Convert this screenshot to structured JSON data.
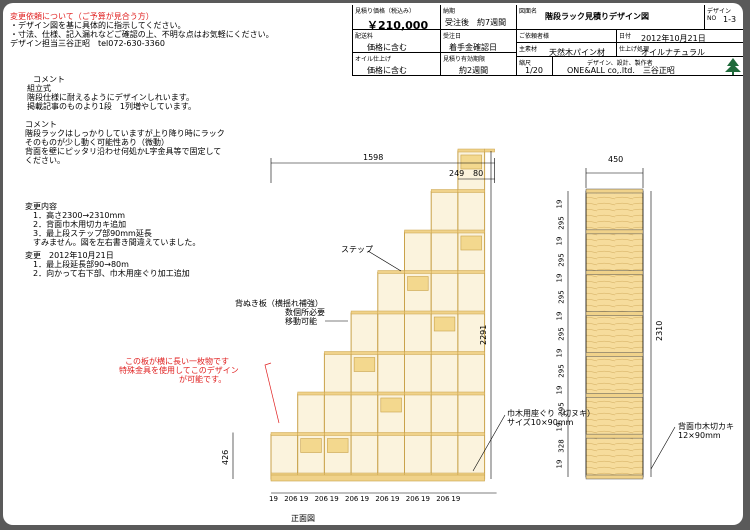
{
  "notice": {
    "title": "変更依頼について（ご予算が見合う方）",
    "line1": "・デザイン図を基に具体的に指示してください。",
    "line2": "・寸法、仕様、記入漏れなどご確認の上、不明な点はお気軽にください。",
    "line3": "デザイン担当三谷正昭　tel072-630-3360"
  },
  "titleblock": {
    "price_label": "見積り価格（税込み）",
    "price": "￥210,000",
    "delivery_label": "納期",
    "delivery": "受注後　約7週間",
    "drawing_label": "図面名",
    "drawing_name": "階段ラック見積りデザイン図",
    "design_no_label": "デザイン",
    "design_no_no": "NO",
    "design_no": "1-3",
    "shipping_label": "配送料",
    "shipping": "価格に含む",
    "order_label": "受注日",
    "order": "着手金確認日",
    "customer_label": "ご依頼者様",
    "customer": "",
    "date_label": "日付",
    "date": "2012年10月21日",
    "oil_label": "オイル仕上げ",
    "oil": "価格に含む",
    "validity_label": "見積り有効期限",
    "validity": "約2週間",
    "material_label": "主素材",
    "material": "天然木パイン材",
    "finish_label": "仕上げ処理",
    "finish": "オイルナチュラル",
    "scale_label": "縮尺",
    "scale": "1/20",
    "company_label": "デザイン、設計、製作者",
    "company": "ONE&ALL co,.ltd.　三谷正昭"
  },
  "comments": {
    "c1_title": "コメント",
    "c1_l1": "組立式",
    "c1_l2": "階段仕様に耐えるようにデザインしれいます。",
    "c1_l3": "掲載記事のものより1段　1列増やしています。",
    "c2_title": "コメント",
    "c2_l1": "階段ラックはしっかりしていますが上り降り時にラック",
    "c2_l2": "そのものが少し動く可能性あり（微動）",
    "c2_l3": "背面を壁にピッタリ沿わせ何処かL字金具等で固定して",
    "c2_l4": "ください。"
  },
  "changes": {
    "title": "変更内容",
    "l1": "1．高さ2300→2310mm",
    "l2": "2．背面巾木用切カキ追加",
    "l3": "3．最上段ステップ部90mm延長",
    "l4": "すみません。図を左右書き間違えていました。",
    "title2": "変更　2012年10月21日",
    "l5": "1．最上段延長部90→80m",
    "l6": "2．向かって右下部、巾木用座ぐり加工追加"
  },
  "annotations": {
    "step": "ステップ",
    "back1": "背ぬき板（横揺れ補強）",
    "back2": "数個所必要",
    "back3": "移動可能",
    "red1": "この板が横に長い一枚物です",
    "red2": "特殊金具を使用してこのデザイン",
    "red3": "が可能です。",
    "baseboard1": "巾木用座ぐり（切ヌキ）",
    "baseboard2": "サイズ10×90mm",
    "back_cut1": "背面巾木切カキ",
    "back_cut2": "12×90mm",
    "front_view": "正面図"
  },
  "dims": {
    "width_total": "1598",
    "top_w1": "249",
    "top_w2": "80",
    "height_total": "2291",
    "low_h": "426",
    "bottom": [
      "19",
      "206",
      "19",
      "206",
      "19",
      "206",
      "19",
      "206",
      "19",
      "206",
      "19",
      "206",
      "19"
    ],
    "side_width": "450",
    "side_height": "2310",
    "side_v": [
      "19",
      "295",
      "19",
      "295",
      "19",
      "295",
      "19",
      "295",
      "19",
      "295",
      "19",
      "295",
      "19",
      "328",
      "19"
    ]
  }
}
